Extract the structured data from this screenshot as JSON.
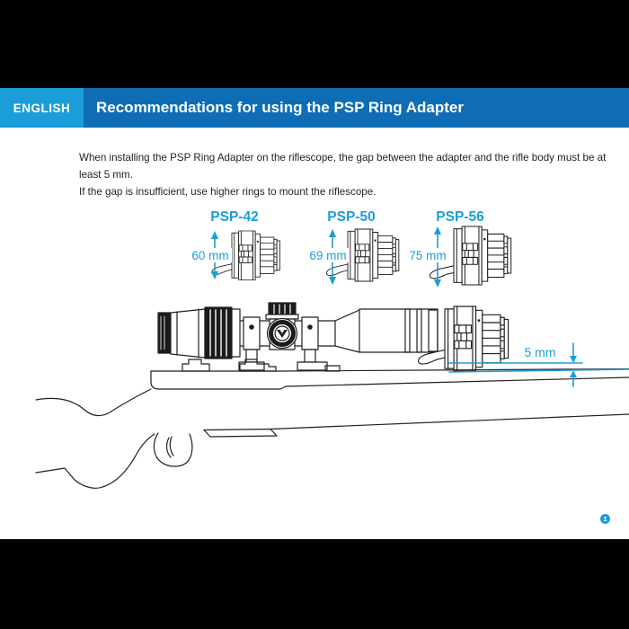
{
  "header": {
    "language_label": "ENGLISH",
    "title": "Recommendations for using the PSP Ring Adapter"
  },
  "intro": {
    "line1": "When installing the PSP Ring Adapter on the riflescope, the gap between the adapter and the rifle body must be at least 5 mm.",
    "line2": "If the gap is insufficient, use higher rings to mount the riflescope."
  },
  "diagram": {
    "adapters": [
      {
        "model": "PSP-42",
        "height_label": "60 mm"
      },
      {
        "model": "PSP-50",
        "height_label": "69 mm"
      },
      {
        "model": "PSP-56",
        "height_label": "75 mm"
      }
    ],
    "gap_label": "5 mm"
  },
  "footer": {
    "page_number": "1"
  },
  "colors": {
    "accent_light": "#1b9dd9",
    "accent_dark": "#0f6db5",
    "line_art": "#231f20"
  }
}
